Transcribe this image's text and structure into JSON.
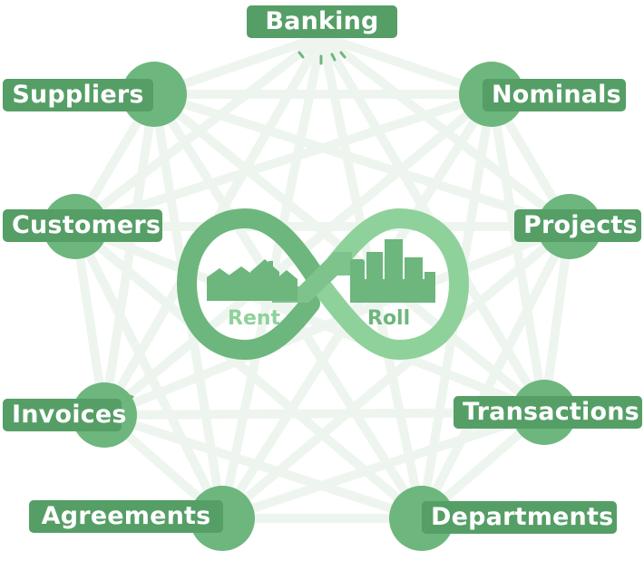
{
  "logo": {
    "left_word": "Rent",
    "right_word": "Roll"
  },
  "nodes": [
    {
      "id": "banking",
      "label": "Banking"
    },
    {
      "id": "nominals",
      "label": "Nominals"
    },
    {
      "id": "projects",
      "label": "Projects"
    },
    {
      "id": "transactions",
      "label": "Transactions"
    },
    {
      "id": "departments",
      "label": "Departments"
    },
    {
      "id": "agreements",
      "label": "Agreements"
    },
    {
      "id": "invoices",
      "label": "Invoices"
    },
    {
      "id": "customers",
      "label": "Customers"
    },
    {
      "id": "suppliers",
      "label": "Suppliers"
    }
  ],
  "colors": {
    "label_bg": "#559e66",
    "circle": "#6db67d",
    "line": "#eef5ef",
    "logo_dark": "#6db67d",
    "logo_light": "#8fd19b",
    "logo_text": "#ffffff"
  }
}
